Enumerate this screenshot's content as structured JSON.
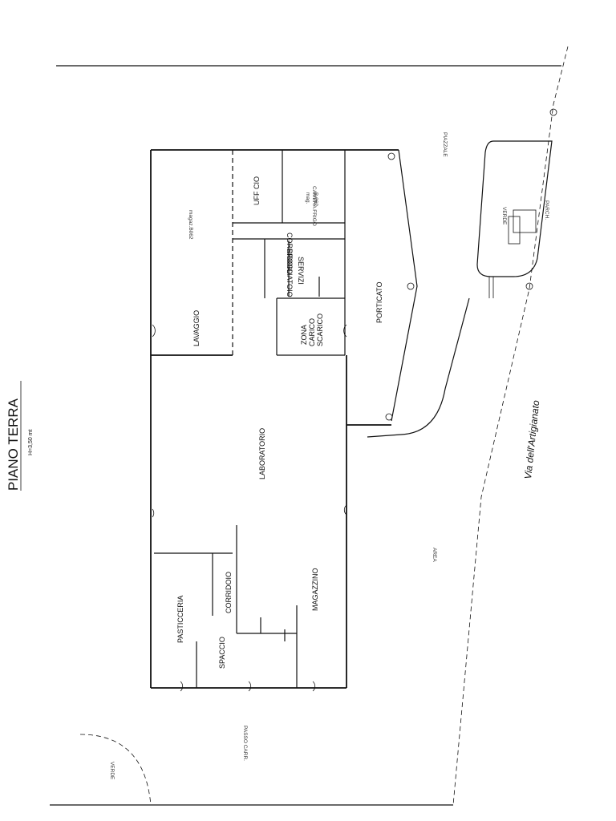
{
  "title": {
    "main": "PIANO TERRA",
    "sub": "H=3,50 mt"
  },
  "street": "Via dell'Artigianato",
  "rooms": {
    "uffcio": "UFF CIO",
    "camera": "CAMERA FRIGO",
    "magazzino_top": "mag.\nB.062",
    "magazzino_big": "magaz.B062",
    "corridoio_top": "CORRIDOIO",
    "spogliatoio": "SPOGLIATOIO",
    "servizi": "SERVIZI",
    "lavaggio": "LAVAGGIO",
    "zona_carico": "ZONA\nCARICO\nSCARICO",
    "porticato": "PORTICATO",
    "laboratorio": "LABORATORIO",
    "pasticceria": "PASTICCERIA",
    "corridoio_bottom": "CORRIDOIO",
    "magazzino_bottom": "MAGAZZINO",
    "spaccio": "SPACCIO"
  },
  "outside": {
    "piazzale": "PIAZZALE",
    "verde_top": "VERDE",
    "passo_carr": "PASSO CARR.",
    "area_center": "AREA",
    "verde_bottom": "VERDE",
    "parcheggio": "PARCH."
  }
}
